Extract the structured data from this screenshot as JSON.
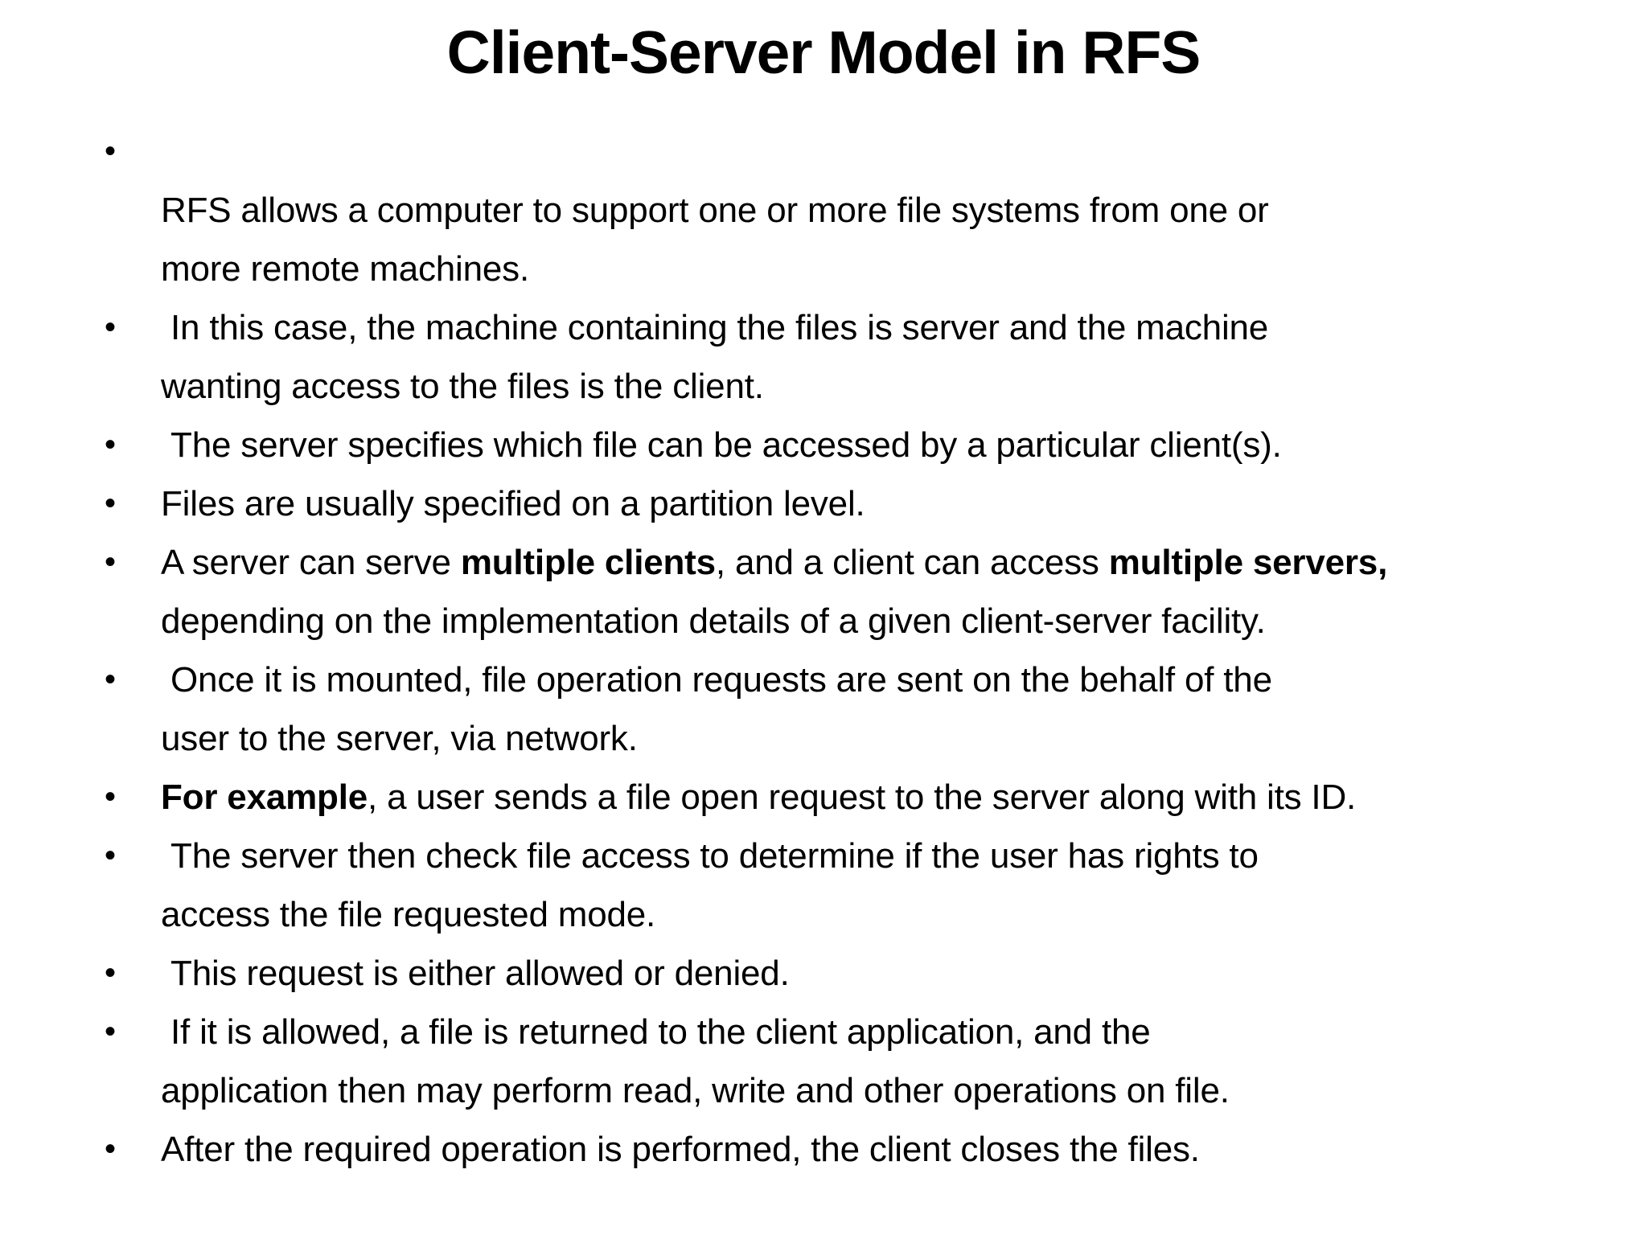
{
  "page": {
    "background_color": "#ffffff",
    "text_color": "#000000"
  },
  "title": "Client-Server Model in RFS",
  "list_style": {
    "marker": "•"
  },
  "bullets": [
    {
      "leading_break": true,
      "segments": [
        {
          "text": "RFS allows a computer to support one or more file systems from one or\nmore remote machines.",
          "bold": false
        }
      ]
    },
    {
      "leading_break": false,
      "segments": [
        {
          "text": " In this case, the machine containing the files is server and the machine\nwanting access to the files is the client.",
          "bold": false
        }
      ]
    },
    {
      "leading_break": false,
      "segments": [
        {
          "text": " The server specifies which file can be accessed by a particular client(s).",
          "bold": false
        }
      ]
    },
    {
      "leading_break": false,
      "segments": [
        {
          "text": "Files are usually specified on a partition level.",
          "bold": false
        }
      ]
    },
    {
      "leading_break": false,
      "segments": [
        {
          "text": "A server can serve ",
          "bold": false
        },
        {
          "text": "multiple clients",
          "bold": true
        },
        {
          "text": ", and a client can access ",
          "bold": false
        },
        {
          "text": "multiple servers,",
          "bold": true
        },
        {
          "text": "\ndepending on the implementation details of a given client-server facility.",
          "bold": false
        }
      ]
    },
    {
      "leading_break": false,
      "segments": [
        {
          "text": " Once it is mounted, file operation requests are sent on the behalf of the\nuser to the server, via network.",
          "bold": false
        }
      ]
    },
    {
      "leading_break": false,
      "segments": [
        {
          "text": "For example",
          "bold": true
        },
        {
          "text": ", a user sends a file open request to the server along with its ID.",
          "bold": false
        }
      ]
    },
    {
      "leading_break": false,
      "segments": [
        {
          "text": " The server then check file access to determine if the user has rights to\naccess the file requested mode.",
          "bold": false
        }
      ]
    },
    {
      "leading_break": false,
      "segments": [
        {
          "text": " This request is either allowed or denied.",
          "bold": false
        }
      ]
    },
    {
      "leading_break": false,
      "segments": [
        {
          "text": " If it is allowed, a file is returned to the client application, and the\napplication then may perform read, write and other operations on file.",
          "bold": false
        }
      ]
    },
    {
      "leading_break": false,
      "segments": [
        {
          "text": "After the required operation is performed, the client closes the files.",
          "bold": false
        }
      ]
    }
  ]
}
